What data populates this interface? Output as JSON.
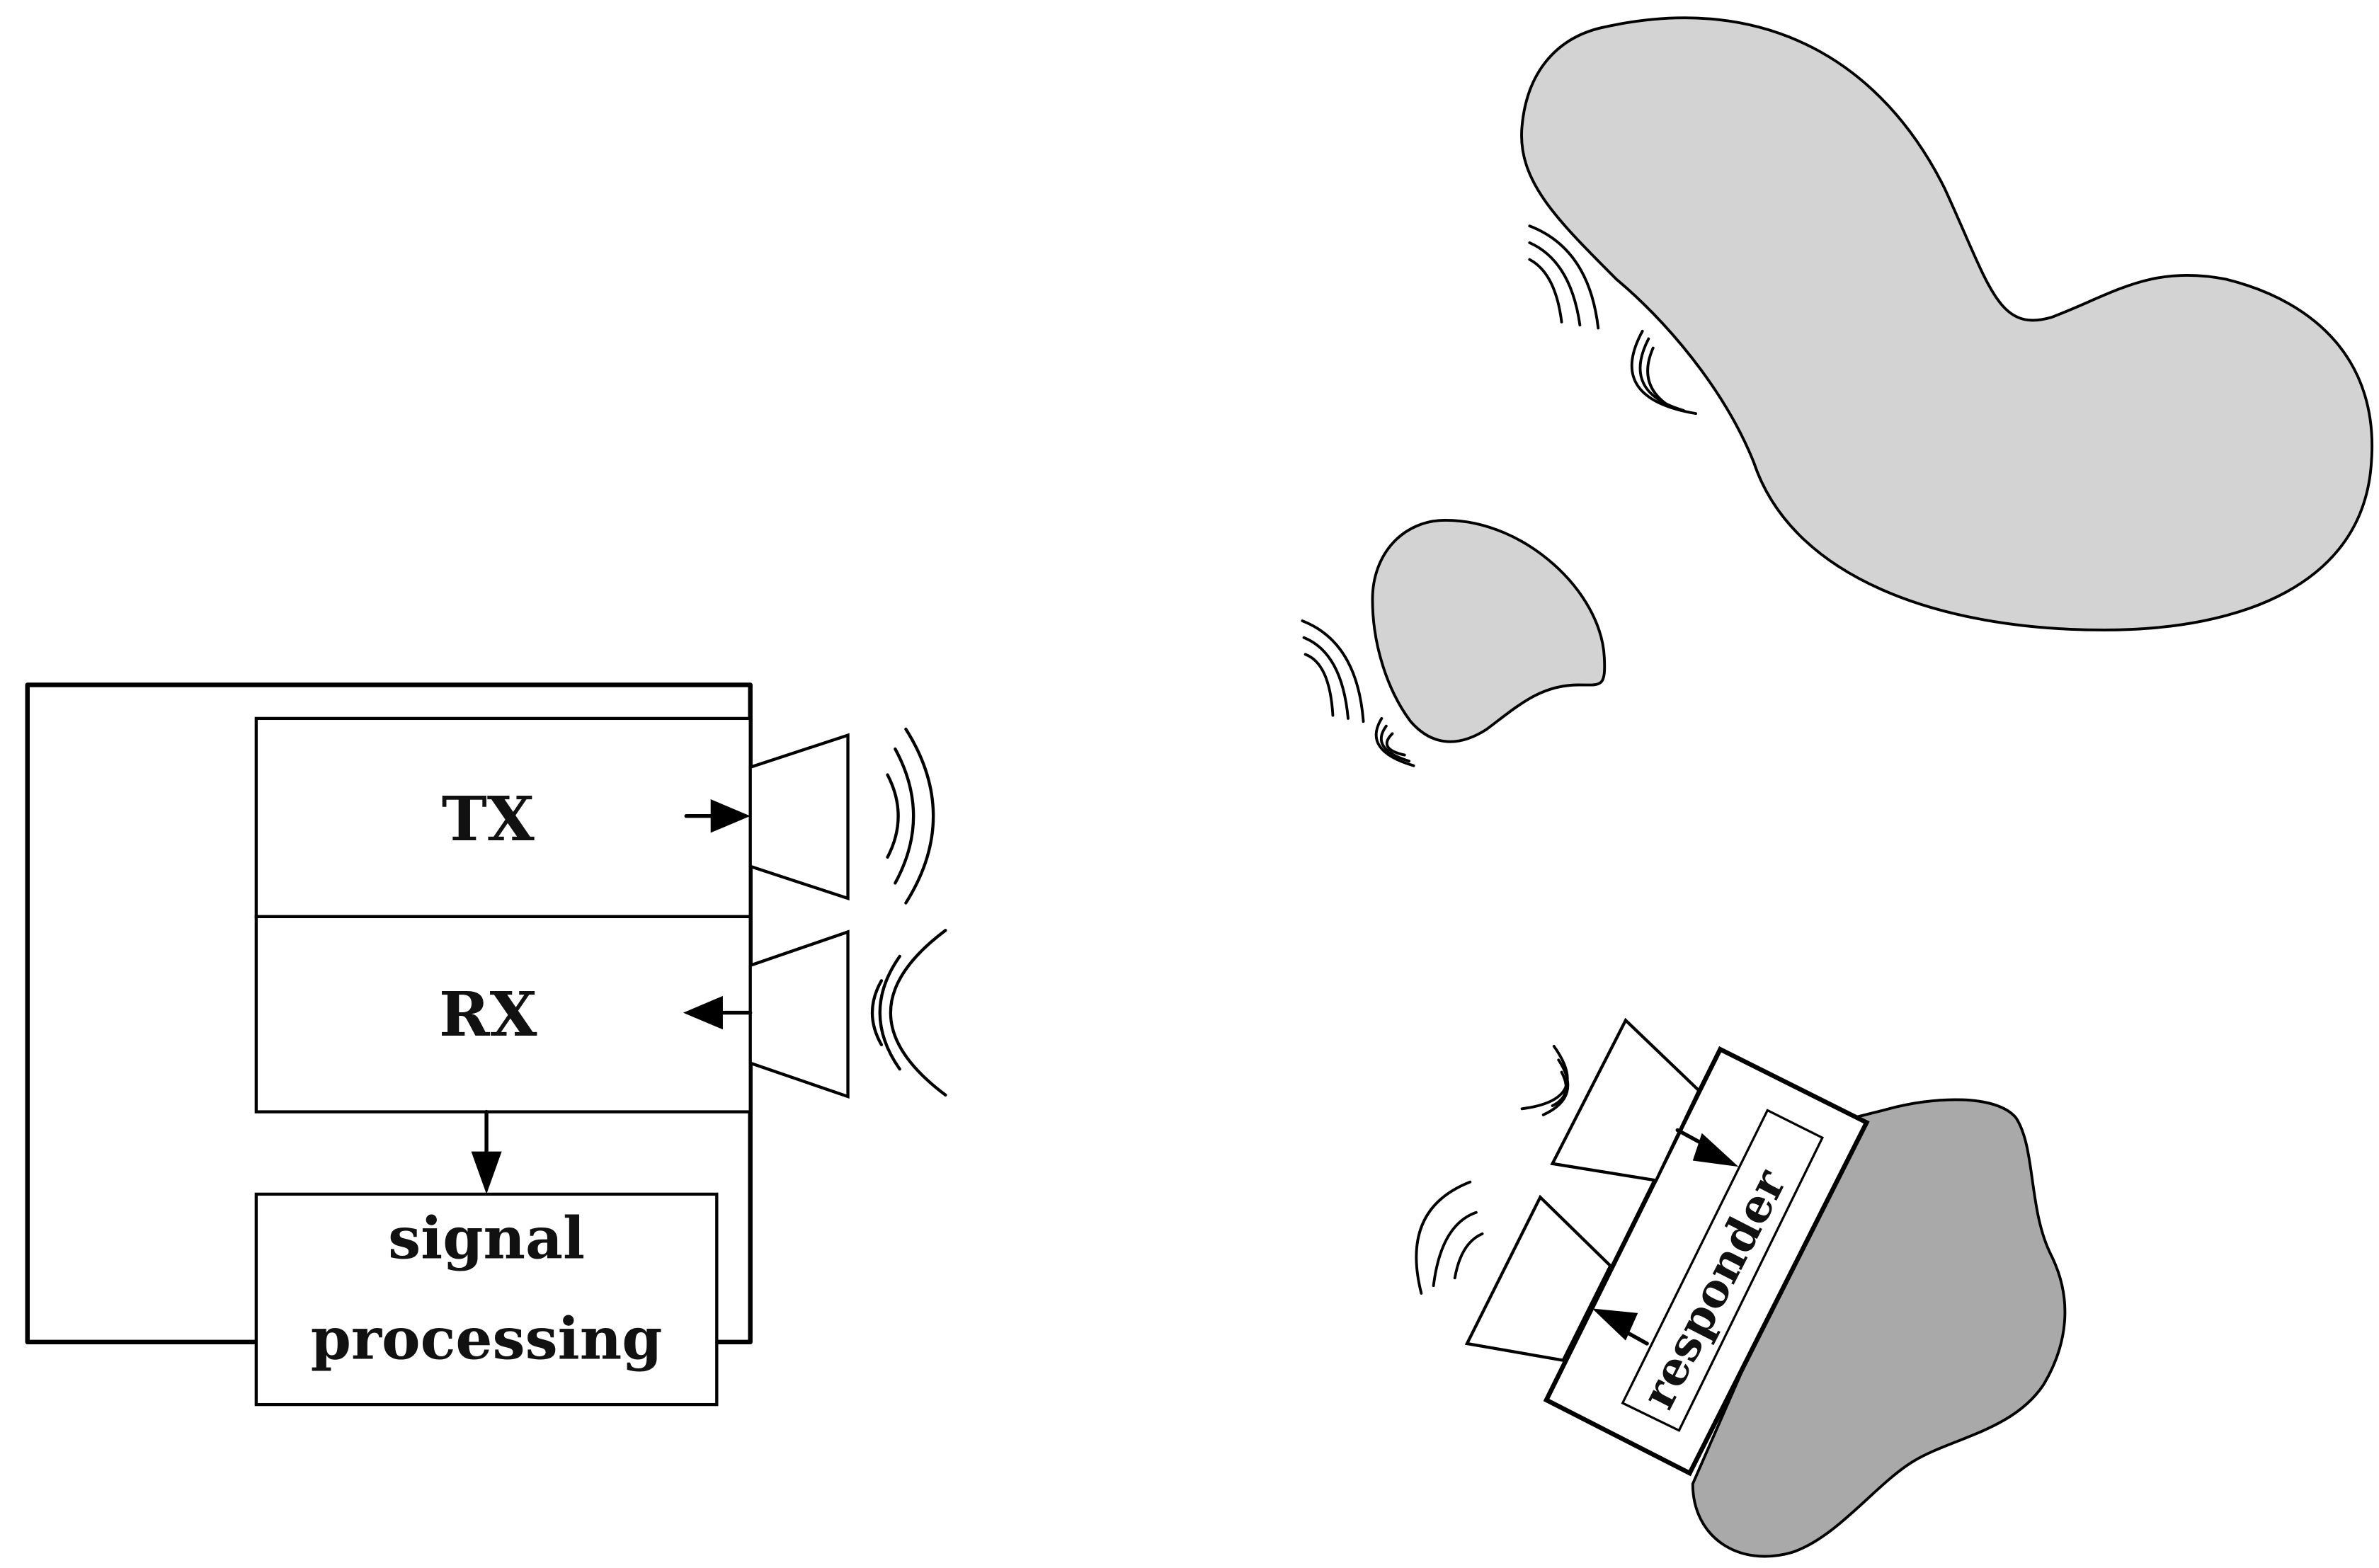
{
  "labels": {
    "tx": "TX",
    "rx": "RX",
    "signal_processing_line1": "signal",
    "signal_processing_line2": "processing",
    "responder": "responder"
  },
  "colors": {
    "line": "#000000",
    "object_light": "#d3d3d3",
    "object_dark": "#a9a9a9",
    "background": "#ffffff"
  }
}
